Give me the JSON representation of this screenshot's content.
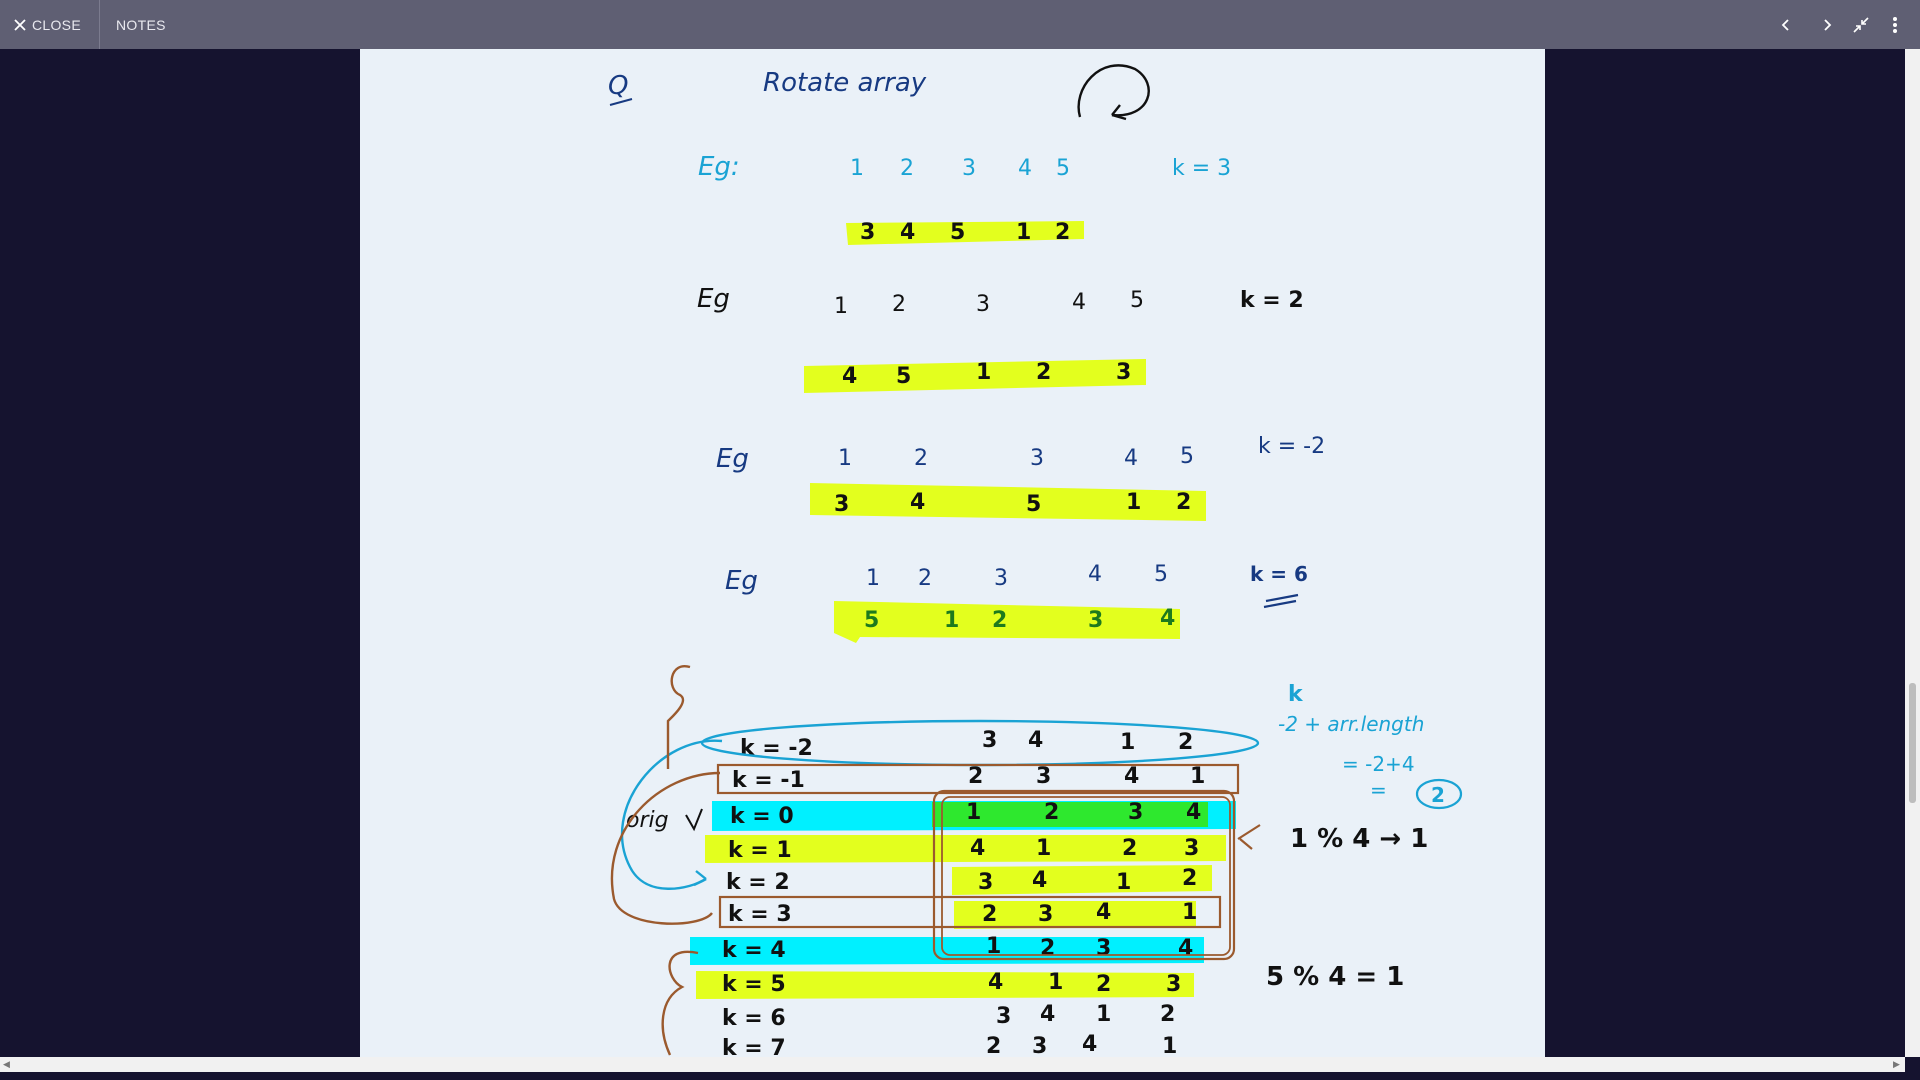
{
  "toolbar": {
    "close_label": "CLOSE",
    "notes_label": "NOTES"
  },
  "colors": {
    "toolbar_bg": "#5f5f73",
    "page_bg": "#eaf1f8",
    "highlight_yellow": "#e3ff1e",
    "highlight_cyan": "#00f0ff",
    "highlight_green": "#2ee82e",
    "ink_navy": "#173a82",
    "ink_blue": "#1aa3d4",
    "ink_black": "#111111",
    "ink_brown": "#9b5a2e"
  },
  "notes": {
    "title_q": "Q",
    "title": "Rotate array",
    "ex1": {
      "label": "Eg:",
      "input": [
        "1",
        "2",
        "3",
        "4",
        "5"
      ],
      "k": "k = 3",
      "output": [
        "3",
        "4",
        "5",
        "1",
        "2"
      ]
    },
    "ex2": {
      "label": "Eg",
      "input": [
        "1",
        "2",
        "3",
        "4",
        "5"
      ],
      "k": "k = 2",
      "output": [
        "4",
        "5",
        "1",
        "2",
        "3"
      ]
    },
    "ex3": {
      "label": "Eg",
      "input": [
        "1",
        "2",
        "3",
        "4",
        "5"
      ],
      "k": "k = -2",
      "output": [
        "3",
        "4",
        "5",
        "1",
        "2"
      ]
    },
    "ex4": {
      "label": "Eg",
      "input": [
        "1",
        "2",
        "3",
        "4",
        "5"
      ],
      "k": "k = 6",
      "output": [
        "5",
        "1",
        "2",
        "3",
        "4"
      ]
    },
    "table_label": "orig",
    "table_rows": [
      {
        "k": "k = -2",
        "vals": [
          "3",
          "4",
          "1",
          "2"
        ]
      },
      {
        "k": "k = -1",
        "vals": [
          "2",
          "3",
          "4",
          "1"
        ]
      },
      {
        "k": "k = 0",
        "vals": [
          "1",
          "2",
          "3",
          "4"
        ]
      },
      {
        "k": "k = 1",
        "vals": [
          "4",
          "1",
          "2",
          "3"
        ]
      },
      {
        "k": "k = 2",
        "vals": [
          "3",
          "4",
          "1",
          "2"
        ]
      },
      {
        "k": "k = 3",
        "vals": [
          "2",
          "3",
          "4",
          "1"
        ]
      },
      {
        "k": "k = 4",
        "vals": [
          "1",
          "2",
          "3",
          "4"
        ]
      },
      {
        "k": "k = 5",
        "vals": [
          "4",
          "1",
          "2",
          "3"
        ]
      },
      {
        "k": "k = 6",
        "vals": [
          "3",
          "4",
          "1",
          "2"
        ]
      },
      {
        "k": "k = 7",
        "vals": [
          "2",
          "3",
          "4",
          "1"
        ]
      }
    ],
    "side_k": "k",
    "side_formula": "-2 + arr.length",
    "side_eq1": "= -2+4",
    "side_eq2": "=",
    "side_result": "2",
    "mod1": "1 % 4 → 1",
    "mod2": "5 % 4  =  1"
  }
}
